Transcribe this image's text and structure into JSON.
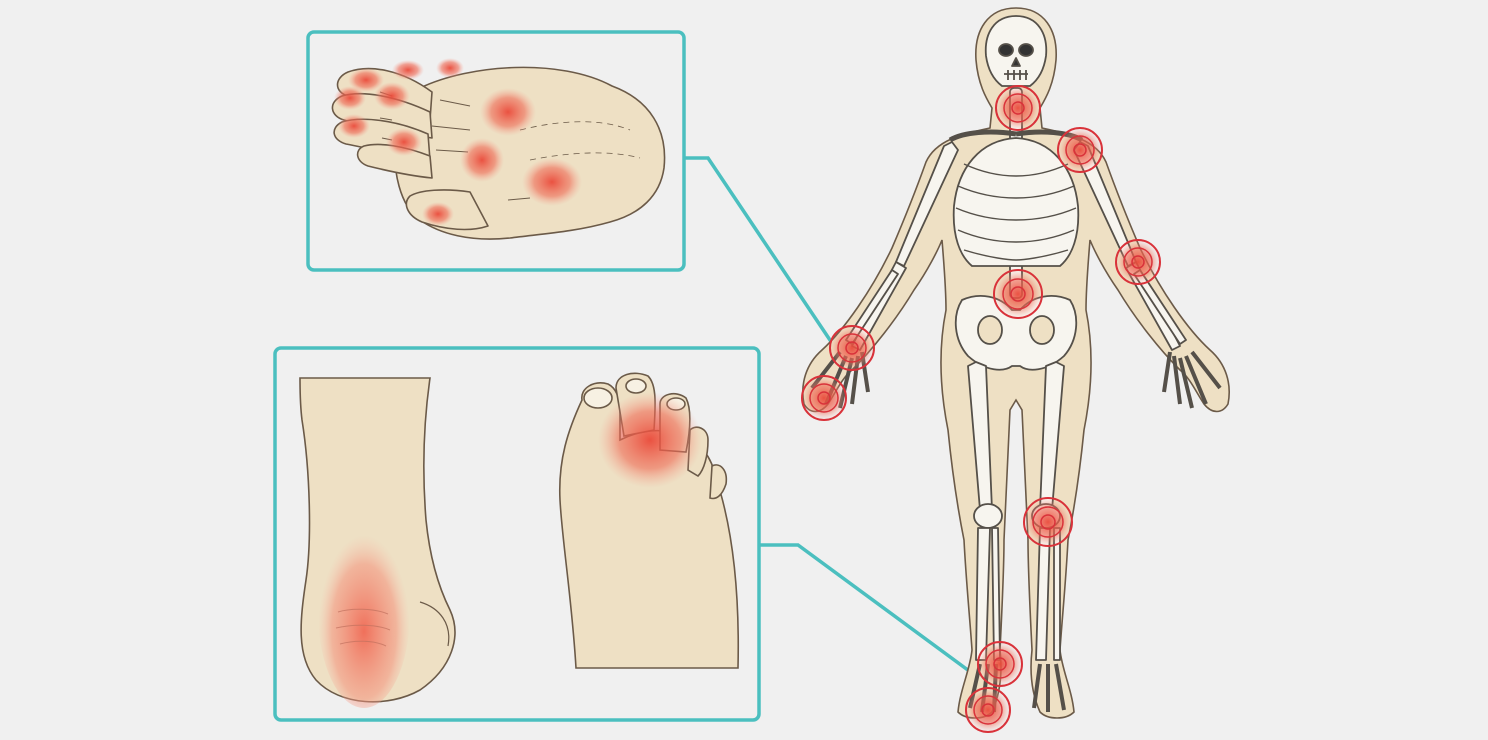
{
  "colors": {
    "background": "#f0f0f0",
    "callout_border": "#4bbfbf",
    "skin": "#eee0c4",
    "skin_outline": "#6b5a48",
    "bone": "#f7f5ef",
    "bone_outline": "#555049",
    "inflammation": "#ea4a3a",
    "ring": "#d9323a"
  },
  "icons": {
    "hand_callout": "inflamed-hand-icon",
    "heel_callout": "inflamed-heel-icon",
    "toes_callout": "inflamed-toes-icon",
    "figure": "skeleton-body-icon"
  },
  "affected_joints": [
    "neck",
    "right-shoulder",
    "right-elbow",
    "lower-spine",
    "left-wrist",
    "left-hand",
    "right-knee",
    "left-ankle",
    "left-foot"
  ]
}
